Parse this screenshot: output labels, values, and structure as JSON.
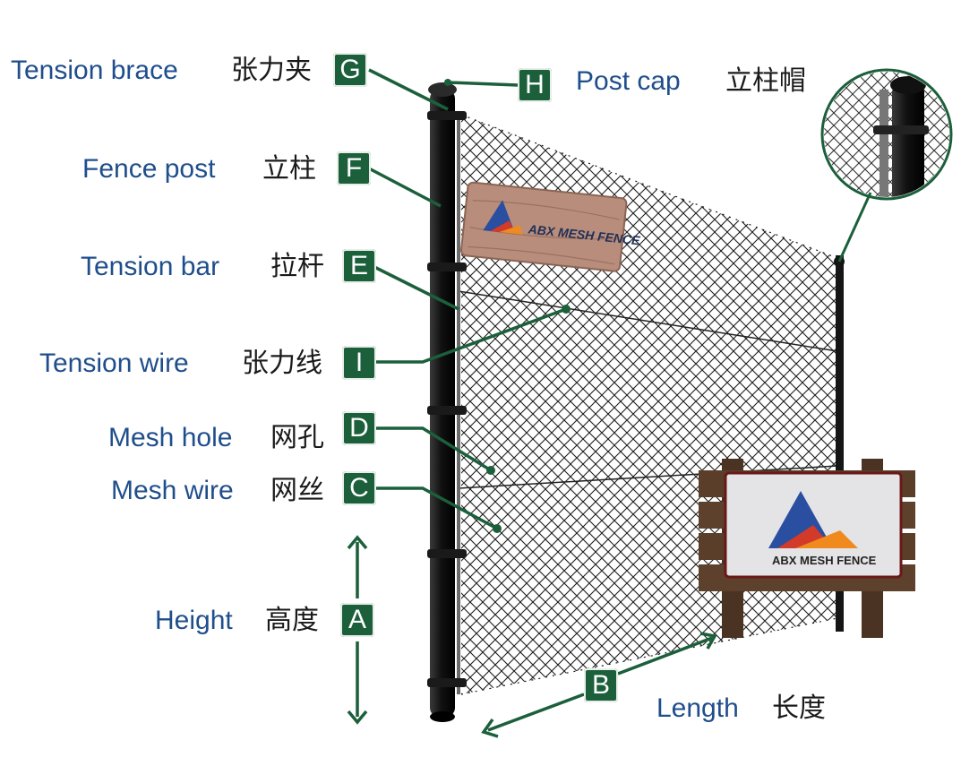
{
  "parts": [
    {
      "letter": "G",
      "en": "Tension brace",
      "zh": "张力夹"
    },
    {
      "letter": "H",
      "en": "Post cap",
      "zh": "立柱帽"
    },
    {
      "letter": "F",
      "en": "Fence post",
      "zh": "立柱"
    },
    {
      "letter": "E",
      "en": "Tension bar",
      "zh": "拉杆"
    },
    {
      "letter": "I",
      "en": "Tension wire",
      "zh": "张力线"
    },
    {
      "letter": "D",
      "en": "Mesh hole",
      "zh": "网孔"
    },
    {
      "letter": "C",
      "en": "Mesh wire",
      "zh": "网丝"
    },
    {
      "letter": "A",
      "en": "Height",
      "zh": "高度"
    },
    {
      "letter": "B",
      "en": "Length",
      "zh": "长度"
    }
  ],
  "sign_top": {
    "brand": "ABX MESH FENCE"
  },
  "sign_board": {
    "brand": "ABX MESH FENCE"
  },
  "colors": {
    "badge": "#1b5f3b",
    "english_text": "#1f4e8c",
    "leader_line": "#1b5f3b",
    "post": "#1a1a1a",
    "logo_blue": "#2a4ea0",
    "logo_red": "#d23a2a",
    "logo_orange": "#f08a1e"
  }
}
